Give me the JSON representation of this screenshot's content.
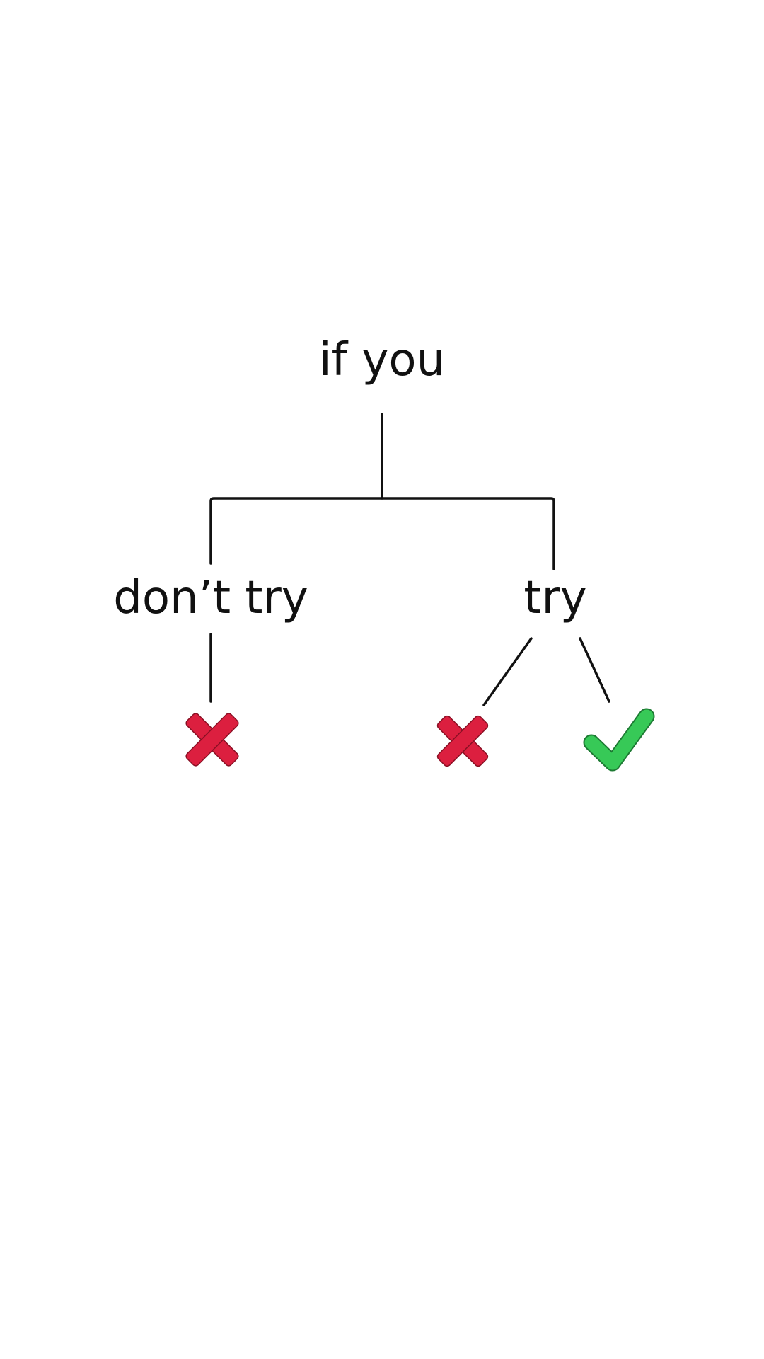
{
  "diagram": {
    "root": {
      "label": "if you"
    },
    "branches": [
      {
        "label": "don’t try",
        "outcomes": [
          "cross"
        ]
      },
      {
        "label": "try",
        "outcomes": [
          "cross",
          "check"
        ]
      }
    ]
  },
  "colors": {
    "background": "#ffffff",
    "line": "#111111",
    "text": "#111111",
    "cross": "#dc1f3f",
    "check": "#37c957",
    "outline": "#8a1024"
  },
  "icons": {
    "cross": "x-mark-icon",
    "check": "checkmark-icon"
  }
}
